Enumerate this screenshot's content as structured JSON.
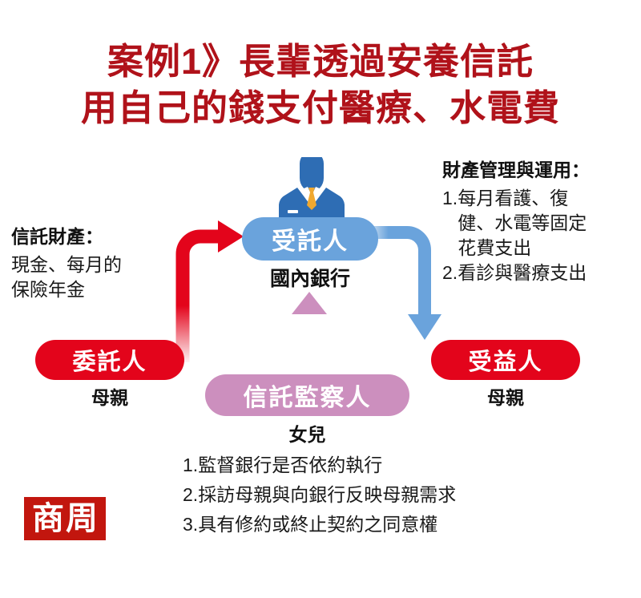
{
  "title": {
    "line1": "案例1》長輩透過安養信託",
    "line2": "用自己的錢支付醫療、水電費",
    "color": "#B0121A"
  },
  "diagram": {
    "trustee": {
      "pill_label": "受託人",
      "sub_label": "國內銀行",
      "color": "#6AA3DC",
      "icon": "businessman-icon"
    },
    "settlor": {
      "pill_label": "委託人",
      "sub_label": "母親",
      "color": "#E3041B"
    },
    "beneficiary": {
      "pill_label": "受益人",
      "sub_label": "母親",
      "color": "#E3041B"
    },
    "supervisor": {
      "pill_label": "信託監察人",
      "sub_label": "女兒",
      "color": "#CC8FBE"
    },
    "arrows": [
      {
        "name": "settlor-to-trustee-arrow",
        "color": "#E3041B",
        "direction": "up-right"
      },
      {
        "name": "trustee-to-beneficiary-arrow",
        "color": "#6AA3DC",
        "direction": "right-down"
      },
      {
        "name": "supervisor-to-trustee-arrow",
        "color": "#CC8FBE",
        "direction": "up"
      }
    ]
  },
  "left_block": {
    "heading": "信託財產：",
    "lines": [
      "現金、每月的",
      "保險年金"
    ]
  },
  "right_block": {
    "heading": "財產管理與運用：",
    "items": [
      {
        "num": "1.",
        "lines": [
          "每月看護、復",
          "健、水電等固定",
          "花費支出"
        ]
      },
      {
        "num": "2.",
        "lines": [
          "看診與醫療支出"
        ]
      }
    ]
  },
  "bottom_list": {
    "items": [
      {
        "num": "1.",
        "text": "監督銀行是否依約執行"
      },
      {
        "num": "2.",
        "text": "採訪母親與向銀行反映母親需求"
      },
      {
        "num": "3.",
        "text": "具有修約或終止契約之同意權"
      }
    ]
  },
  "logo": {
    "char1": "商",
    "char2": "周",
    "background": "#C2160E"
  }
}
